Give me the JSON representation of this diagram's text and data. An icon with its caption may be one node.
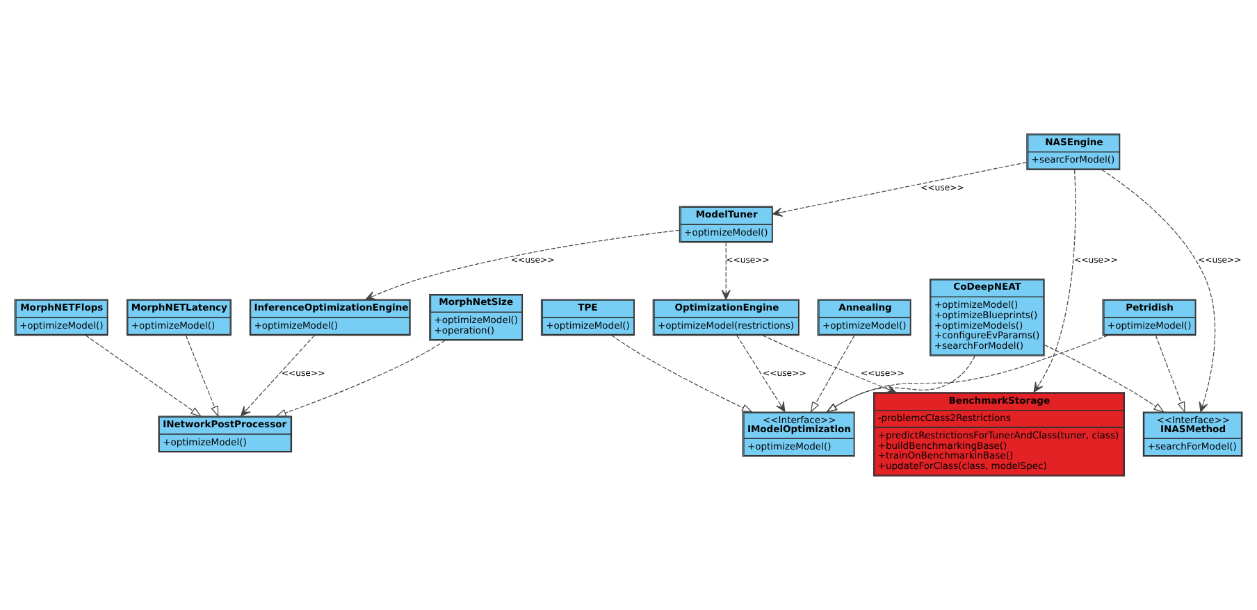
{
  "diagram": {
    "nodes": [
      {
        "text": [
          "ModelTuner",
          "+optimizeModel()"
        ]
      },
      {
        "text": [
          "NASEngine",
          "+searcForModel()"
        ]
      },
      {
        "text": [
          "InferenceOptimizationEngine",
          "+optimizeModel()"
        ]
      },
      {
        "text": [
          "INetworkPostProcessor",
          "+optimizeModel()"
        ]
      },
      {
        "text": [
          "OptimizationEngine",
          "+optimizeModel(restrictions)"
        ]
      },
      {
        "text": [
          "MorphNetSize",
          "+optimizeModel()",
          "+operation()"
        ]
      },
      {
        "text": [
          "MorphNETFlops",
          "+optimizeModel()"
        ]
      },
      {
        "text": [
          "<<Interface>>",
          "IModelOptimization",
          "+optimizeModel()"
        ]
      },
      {
        "text": [
          "<<Interface>>",
          "INASMethod",
          "+searchForModel()"
        ]
      },
      {
        "text": [
          "TPE",
          "+optimizeModel()"
        ]
      },
      {
        "text": [
          "Annealing",
          "+optimizeModel()"
        ]
      },
      {
        "text": [
          "MorphNETLatency",
          "+optimizeModel()"
        ]
      },
      {
        "text": [
          "CoDeepNEAT",
          "+optimizeModel()",
          "+optimizeBlueprints()",
          "+optimizeModels()",
          "+configureEvParams()",
          "+searchForModel()"
        ]
      },
      {
        "text": [
          "Petridish",
          "+optimizeModel()"
        ]
      },
      {
        "text": [
          "BenchmarkStorage",
          "-problemcClass2Restrictions",
          "+predictRestrictionsForTunerAndClass(tuner, class)",
          "+buildBenchmarkingBase()",
          "+trainOnBenchmarkinBase()",
          "+updateForClass(class, modelSpec)"
        ]
      }
    ],
    "edges": [
      {
        "from": 1,
        "to": 0,
        "arrow": "to",
        "label": "<<use>>",
        "style": "dashed"
      },
      {
        "from": 0,
        "to": 2,
        "arrow": "to",
        "label": "<<use>>",
        "style": "dashed"
      },
      {
        "from": 0,
        "to": 4,
        "arrow": "to",
        "label": "<<use>>",
        "style": "dashed"
      },
      {
        "from": 2,
        "to": 3,
        "arrow": "to",
        "label": "<<use>>",
        "style": "dashed"
      },
      {
        "from": 1,
        "to": 8,
        "arrow": "to",
        "label": "<<use>>",
        "style": "dashed"
      },
      {
        "from": 4,
        "to": 7,
        "arrow": "to",
        "label": "<<use>>",
        "style": "dashed"
      },
      {
        "from": 4,
        "to": 14,
        "arrow": "to",
        "label": "<<use>>",
        "style": "dashed"
      },
      {
        "from": 1,
        "to": 14,
        "arrow": "to",
        "label": "<<use>>",
        "style": "dashed"
      },
      {
        "from": 6,
        "to": 3,
        "arrow": "to",
        "style": "dashed"
      },
      {
        "from": 5,
        "to": 3,
        "arrow": "to",
        "style": "dashed"
      },
      {
        "from": 11,
        "to": 3,
        "arrow": "to",
        "style": "dashed"
      },
      {
        "from": 9,
        "to": 7,
        "arrow": "to",
        "style": "dashed"
      },
      {
        "from": 10,
        "to": 7,
        "arrow": "to",
        "style": "dashed"
      },
      {
        "from": 13,
        "to": 7,
        "arrow": "to",
        "style": "dashed"
      },
      {
        "from": 12,
        "to": 7,
        "arrow": "to",
        "style": "dashed"
      },
      {
        "from": 12,
        "to": 8,
        "arrow": "to",
        "style": "dashed"
      },
      {
        "from": 13,
        "to": 8,
        "arrow": "to",
        "style": "dashed"
      }
    ]
  }
}
